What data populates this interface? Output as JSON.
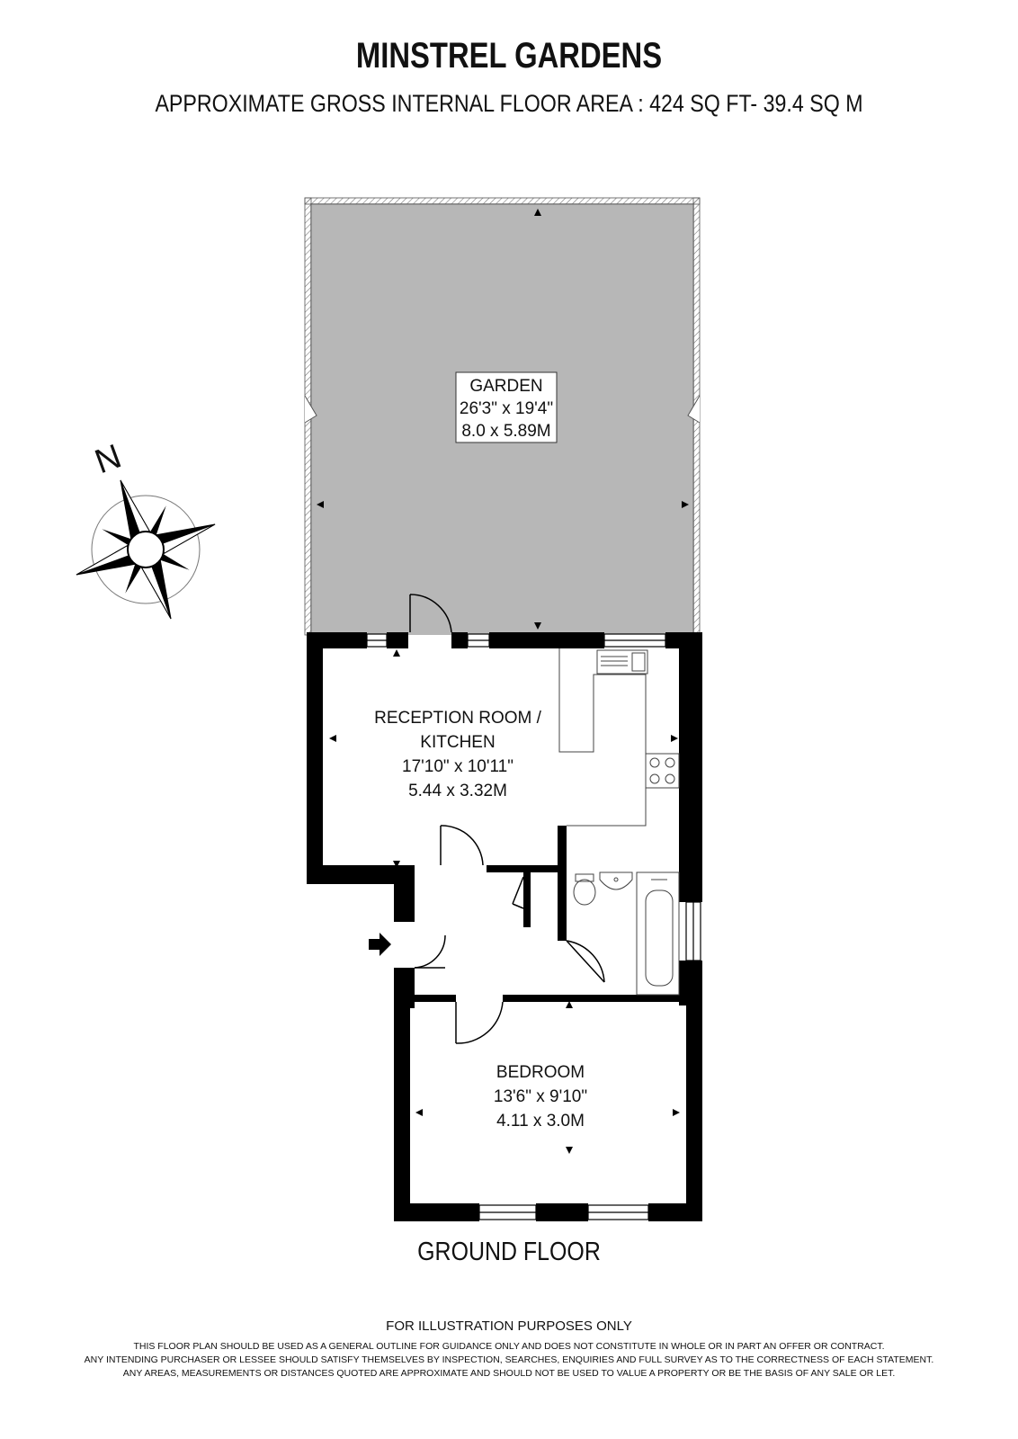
{
  "header": {
    "title": "MINSTREL GARDENS",
    "subtitle": "APPROXIMATE GROSS INTERNAL FLOOR AREA :  424 SQ FT-  39.4 SQ M"
  },
  "compass": {
    "north_label": "N"
  },
  "rooms": {
    "garden": {
      "name": "GARDEN",
      "imperial": "26'3\" x 19'4\"",
      "metric": "8.0 x 5.89M"
    },
    "reception": {
      "name_line1": "RECEPTION ROOM /",
      "name_line2": "KITCHEN",
      "imperial": "17'10\" x 10'11\"",
      "metric": "5.44 x 3.32M"
    },
    "bedroom": {
      "name": "BEDROOM",
      "imperial": "13'6\" x 9'10\"",
      "metric": "4.11 x 3.0M"
    }
  },
  "floor_label": "GROUND FLOOR",
  "footer": {
    "main": "FOR ILLUSTRATION PURPOSES ONLY",
    "line1": "THIS FLOOR PLAN SHOULD BE USED AS A GENERAL OUTLINE FOR GUIDANCE ONLY AND DOES NOT CONSTITUTE IN WHOLE OR IN PART AN OFFER OR CONTRACT.",
    "line2": "ANY INTENDING PURCHASER OR LESSEE SHOULD SATISFY THEMSELVES BY INSPECTION, SEARCHES, ENQUIRIES AND FULL SURVEY AS TO THE CORRECTNESS OF EACH STATEMENT.",
    "line3": "ANY AREAS, MEASUREMENTS OR DISTANCES QUOTED ARE APPROXIMATE AND SHOULD NOT BE USED TO VALUE A PROPERTY OR BE THE BASIS OF ANY SALE OR LET."
  },
  "colors": {
    "garden_fill": "#b7b7b7",
    "wall": "#000000",
    "hatch": "#888888"
  }
}
